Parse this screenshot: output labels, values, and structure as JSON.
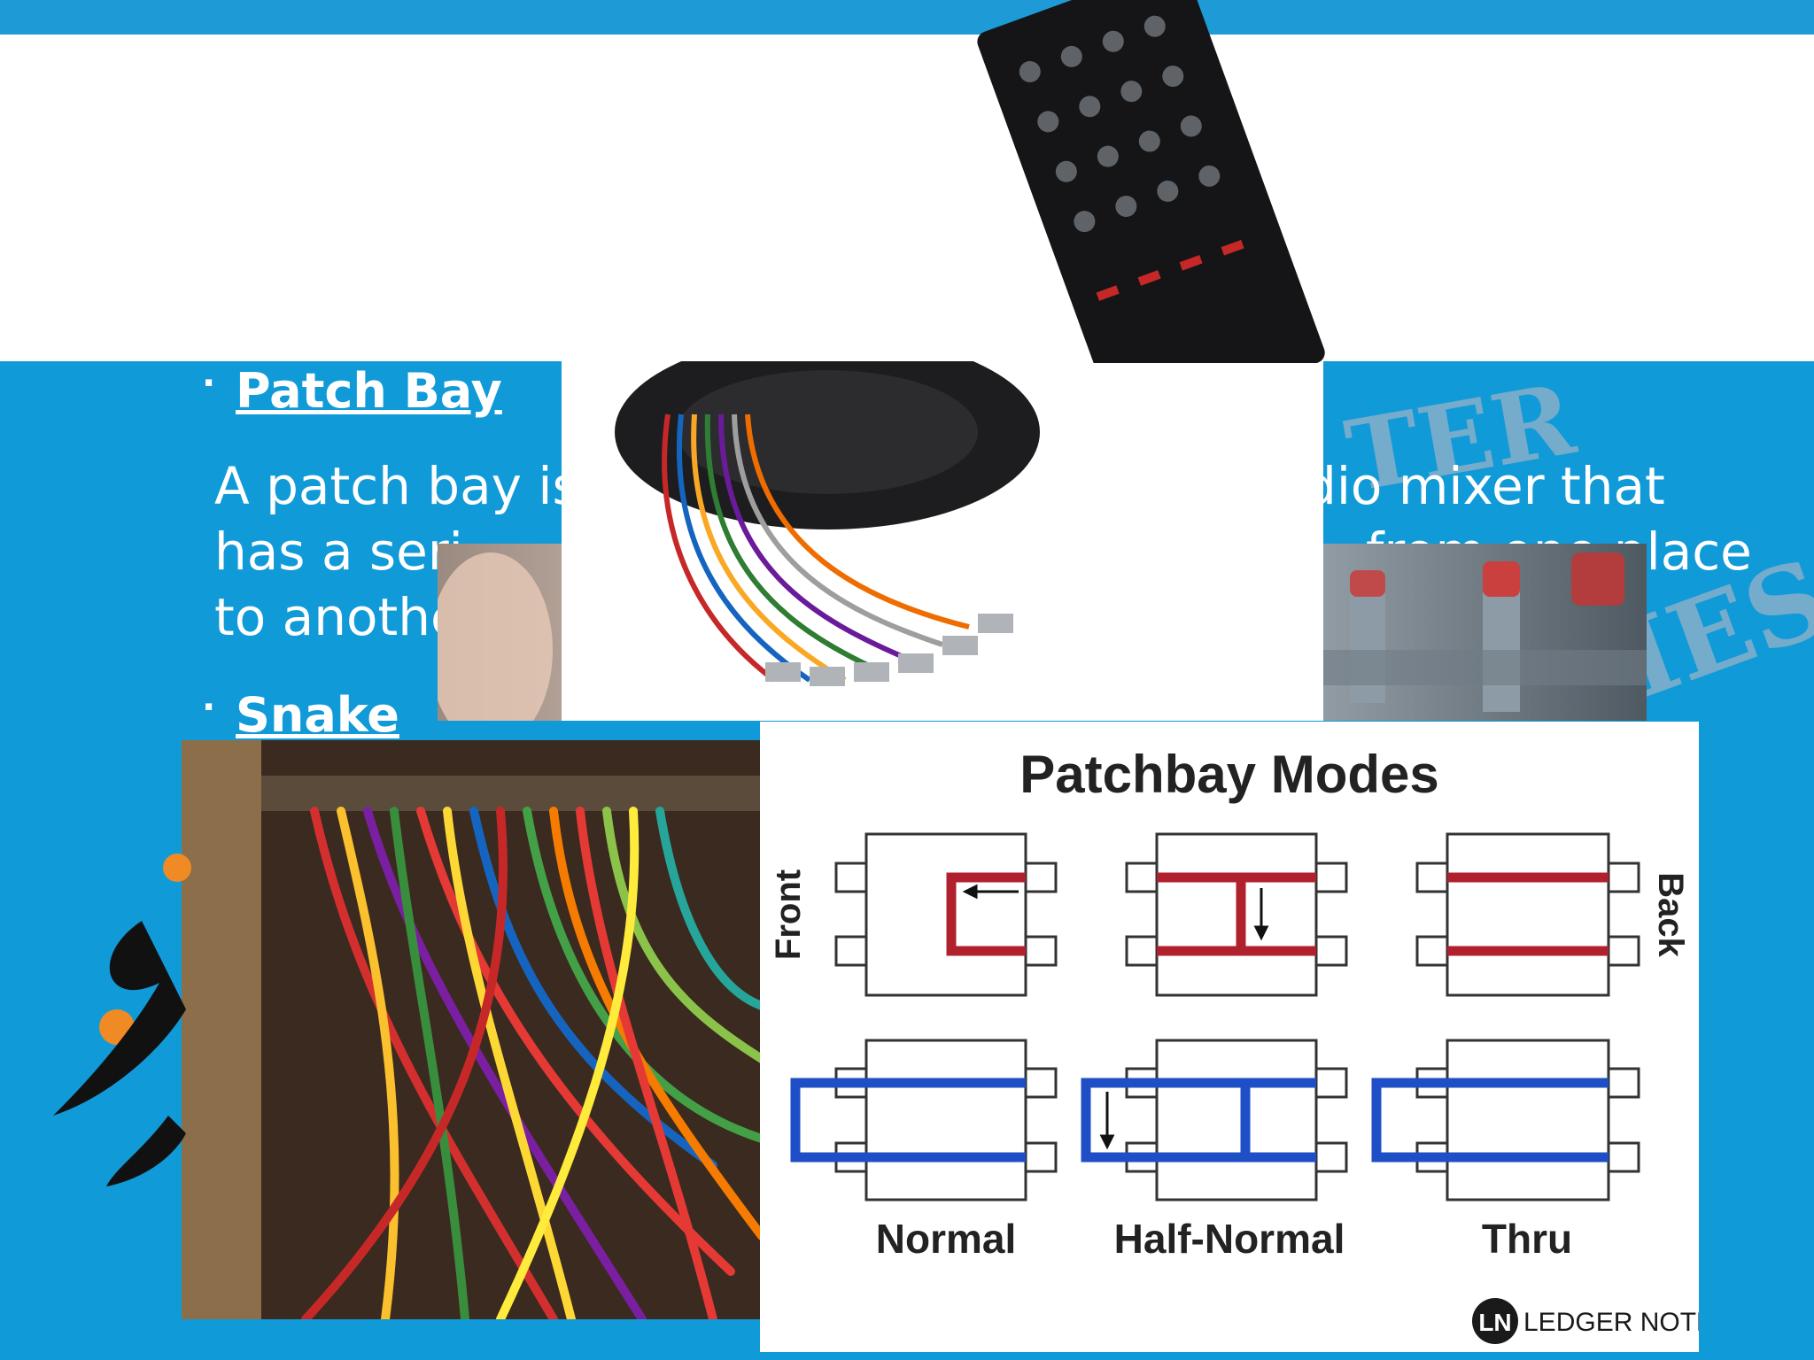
{
  "slide": {
    "colors": {
      "topbar": "#1e9bd7",
      "panel": "#119ad8",
      "text": "#ffffff"
    },
    "bullets": [
      {
        "heading": "Patch Bay",
        "text_lines": [
          "A patch bay is",
          "dio mixer that",
          "has a seri",
          "from one place",
          "to anothe"
        ]
      },
      {
        "heading": "Snake"
      }
    ],
    "watermark": [
      "TER",
      "IES"
    ]
  },
  "diagram": {
    "title": "Patchbay Modes",
    "side_labels": {
      "left": "Front",
      "right": "Back"
    },
    "modes": [
      {
        "label": "Normal"
      },
      {
        "label": "Half-Normal"
      },
      {
        "label": "Thru"
      }
    ],
    "brand": {
      "badge": "LN",
      "name": "LEDGER NOTE"
    },
    "colors": {
      "front_path": "#b0202d",
      "back_path": "#1f4fc7"
    }
  }
}
